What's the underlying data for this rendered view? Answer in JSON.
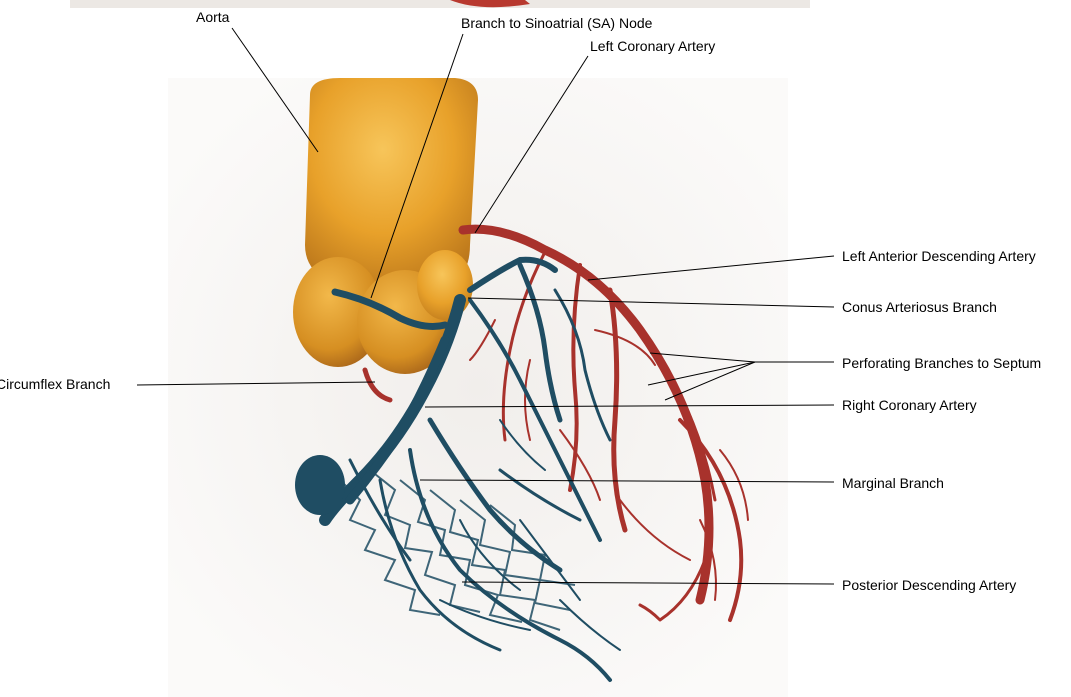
{
  "labels": {
    "aorta": "Aorta",
    "sa_node": "Branch to Sinoatrial (SA) Node",
    "left_coronary": "Left Coronary Artery",
    "lad": "Left Anterior Descending Artery",
    "conus": "Conus Arteriosus Branch",
    "perforating": "Perforating Branches to Septum",
    "circumflex": "Circumflex Branch",
    "right_coronary": "Right Coronary Artery",
    "marginal": "Marginal Branch",
    "posterior_descending": "Posterior Descending Artery"
  },
  "colors": {
    "aorta": "#e8a12a",
    "red_artery": "#a8322c",
    "blue_artery": "#1f4d63",
    "background_wash": "#f4f1ee",
    "leader_line": "#000000"
  }
}
